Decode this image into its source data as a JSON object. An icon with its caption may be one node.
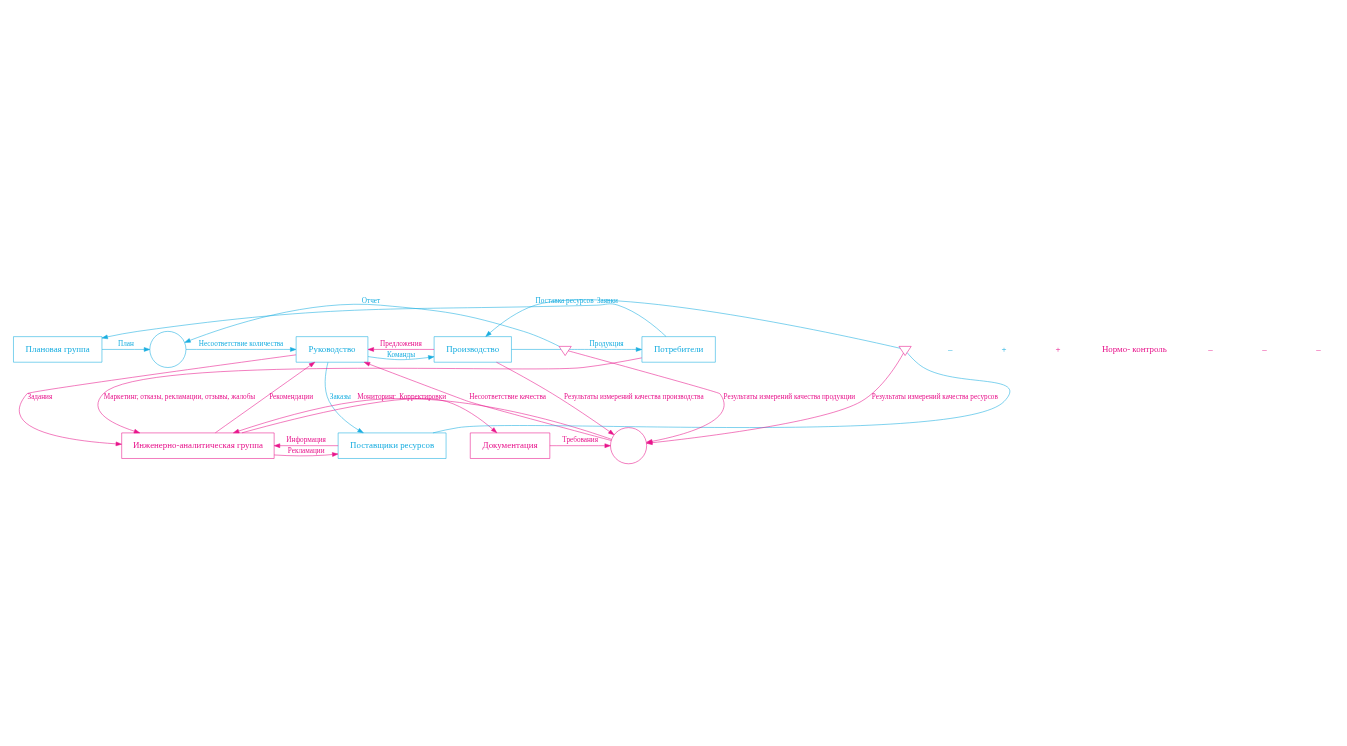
{
  "diagram": {
    "nodes": [
      {
        "text": [
          "Плановая группа"
        ]
      },
      {
        "text": [],
        "shape": "circle"
      },
      {
        "text": [
          "Руководство"
        ]
      },
      {
        "text": [
          "Производство"
        ]
      },
      {
        "text": [
          "Потребители"
        ]
      },
      {
        "text": [
          "Документация"
        ]
      },
      {
        "text": [],
        "shape": "circle"
      },
      {
        "text": [
          "Инженерно-аналитическая группа"
        ]
      },
      {
        "text": [
          "Поставщики ресурсов"
        ]
      },
      {
        "text": [],
        "shape": "valve"
      },
      {
        "text": [],
        "shape": "valve"
      }
    ],
    "edges": [
      {
        "from": 4,
        "to": 0,
        "arrow": "to",
        "label": "Заявки",
        "color": "#1aaee0"
      },
      {
        "from": 9,
        "to": 1,
        "arrow": "to",
        "label": "Отчет",
        "color": "#1aaee0"
      },
      {
        "from": 0,
        "to": 1,
        "arrow": "to",
        "label": "План",
        "color": "#1aaee0"
      },
      {
        "from": 1,
        "to": 2,
        "arrow": "to",
        "label": "Несоответствие количества",
        "color": "#1aaee0"
      },
      {
        "from": 2,
        "to": 3,
        "arrow": "to",
        "label": "Команды",
        "color": "#1aaee0"
      },
      {
        "from": 3,
        "to": 2,
        "arrow": "to",
        "label": "Предложения"
      },
      {
        "from": 3,
        "to": 9,
        "arrow": "none",
        "color": "#1aaee0"
      },
      {
        "from": 9,
        "to": 4,
        "arrow": "to",
        "label": "Продукция",
        "color": "#1aaee0"
      },
      {
        "from": 2,
        "to": 8,
        "arrow": "to",
        "label": "Заказы",
        "color": "#1aaee0"
      },
      {
        "from": 8,
        "to": 10,
        "arrow": "none",
        "color": "#1aaee0"
      },
      {
        "from": 10,
        "to": 3,
        "arrow": "to",
        "label": "Поставка ресурсов",
        "color": "#1aaee0"
      },
      {
        "from": 2,
        "to": 7,
        "arrow": "to",
        "label": "Задания"
      },
      {
        "from": 7,
        "to": 2,
        "arrow": "to",
        "label": "Рекомендации"
      },
      {
        "from": 5,
        "to": 6,
        "arrow": "to",
        "label": "Требования"
      },
      {
        "from": 6,
        "to": 2,
        "arrow": "to",
        "label": "Несоответствие качества"
      },
      {
        "from": 6,
        "to": 7,
        "arrow": "to",
        "label": "Мониторинг"
      },
      {
        "from": 7,
        "to": 8,
        "arrow": "to",
        "label": "Рекламации"
      },
      {
        "from": 8,
        "to": 7,
        "arrow": "to",
        "label": "Информация"
      },
      {
        "from": 10,
        "to": 6,
        "arrow": "to",
        "label": "Результаты измерений качества ресурсов"
      },
      {
        "from": 3,
        "to": 6,
        "arrow": "to",
        "label": "Результаты измерений качества производства"
      },
      {
        "from": 9,
        "to": 6,
        "arrow": "to",
        "label": "Результаты измерений качества продукции"
      },
      {
        "from": 7,
        "to": 5,
        "arrow": "to",
        "label": "Корректировки"
      },
      {
        "from": 4,
        "to": 7,
        "arrow": "to",
        "label": "Маркетинг, отказы, рекламации, отзывы, жалобы"
      }
    ],
    "labels": [
      "–",
      "+",
      "+",
      "Нормо- контроль",
      "–",
      "–",
      "–"
    ]
  }
}
